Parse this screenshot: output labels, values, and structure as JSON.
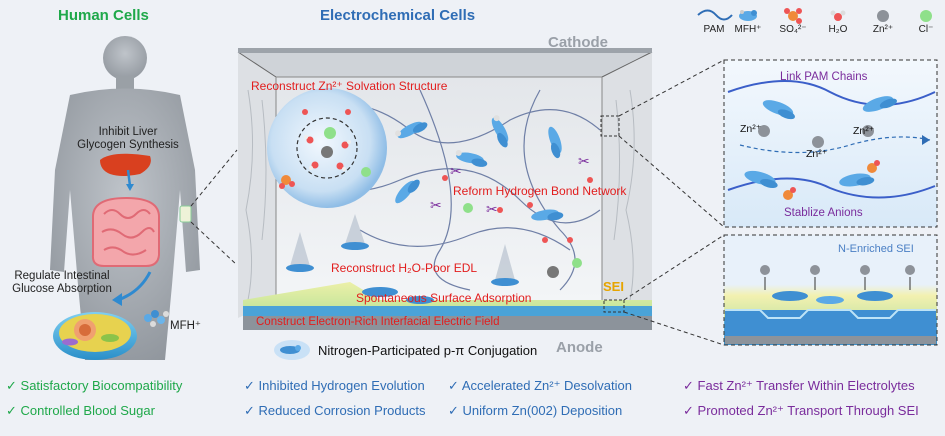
{
  "headers": {
    "human": "Human Cells",
    "electro": "Electrochemical Cells"
  },
  "human_labels": {
    "liver_line1": "Inhibit Liver",
    "liver_line2": "Glycogen Synthesis",
    "intestine_line1": "Regulate Intestinal",
    "intestine_line2": "Glucose Absorption",
    "mfh": "MFH⁺"
  },
  "cell_labels": {
    "cathode": "Cathode",
    "anode": "Anode",
    "solvation": "Reconstruct Zn²⁺ Solvation Structure",
    "hbond": "Reform Hydrogen Bond Network",
    "edl": "Reconstruct H₂O-Poor EDL",
    "adsorption": "Spontaneous Surface Adsorption",
    "field": "Construct Electron-Rich Interfacial Electric Field",
    "sei": "SEI",
    "conjugation": "Nitrogen-Participated p-π Conjugation"
  },
  "legend": [
    {
      "label": "PAM",
      "icon": "wave-icon"
    },
    {
      "label": "MFH⁺",
      "icon": "molecule-icon"
    },
    {
      "label": "SO₄²⁻",
      "icon": "sulfate-icon"
    },
    {
      "label": "H₂O",
      "icon": "water-icon"
    },
    {
      "label": "Zn²⁺",
      "icon": "zinc-icon"
    },
    {
      "label": "Cl⁻",
      "icon": "chloride-icon"
    }
  ],
  "zoom_top": {
    "link": "Link PAM Chains",
    "zn_left": "Zn²⁺",
    "zn_mid": "Zn²⁺",
    "zn_right": "Zn²⁺",
    "stabilize": "Stablize Anions"
  },
  "zoom_bottom": {
    "sei": "N-Enriched SEI"
  },
  "bullets": {
    "col1": [
      "Satisfactory Biocompatibility",
      "Controlled Blood Sugar"
    ],
    "col2": [
      "Inhibited Hydrogen Evolution",
      "Reduced Corrosion Products"
    ],
    "col3": [
      "Accelerated Zn²⁺ Desolvation",
      "Uniform Zn(002) Deposition"
    ],
    "col4": [
      "Fast Zn²⁺ Transfer Within Electrolytes",
      "Promoted Zn²⁺ Transport Through SEI"
    ]
  },
  "check": "✓",
  "colors": {
    "green": "#1fa84a",
    "blue": "#2f6db5",
    "red": "#e21d1d",
    "purple": "#7a2c9c"
  }
}
